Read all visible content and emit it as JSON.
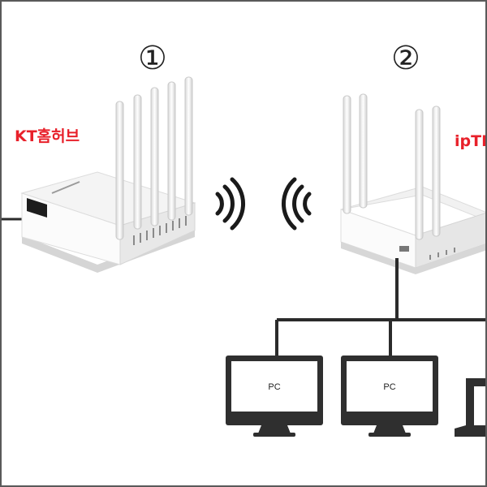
{
  "markers": {
    "first": "①",
    "second": "②"
  },
  "labels": {
    "main_router": "KT홈허브",
    "second_router": "ipTI"
  },
  "devices": {
    "pc_1": "PC",
    "pc_2": "PC"
  },
  "icons": {
    "wifi_out": "wifi-signal-icon",
    "wifi_in": "wifi-signal-icon"
  },
  "colors": {
    "label_red": "#e8202a",
    "line": "#2b2b2b",
    "monitor": "#333333"
  }
}
